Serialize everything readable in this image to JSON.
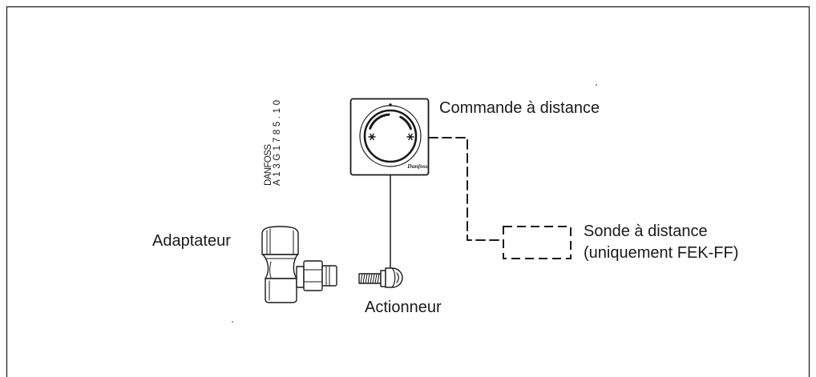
{
  "diagram": {
    "reference": {
      "brand": "DANFOSS",
      "code": "A13G1785.10"
    },
    "labels": {
      "remote_control": "Commande à distance",
      "remote_sensor_line1": "Sonde à distance",
      "remote_sensor_line2": "(uniquement FEK-FF)",
      "adapter": "Adaptateur",
      "actuator": "Actionneur"
    },
    "logo_text": "Danfoss",
    "icons": {
      "cold_symbol": "cold-asterisk-icon",
      "warm_symbol": "warm-asterisk-icon"
    },
    "colors": {
      "line": "#1a1a1a",
      "cold": "#1ea0dc",
      "warm": "#e0207f"
    }
  }
}
